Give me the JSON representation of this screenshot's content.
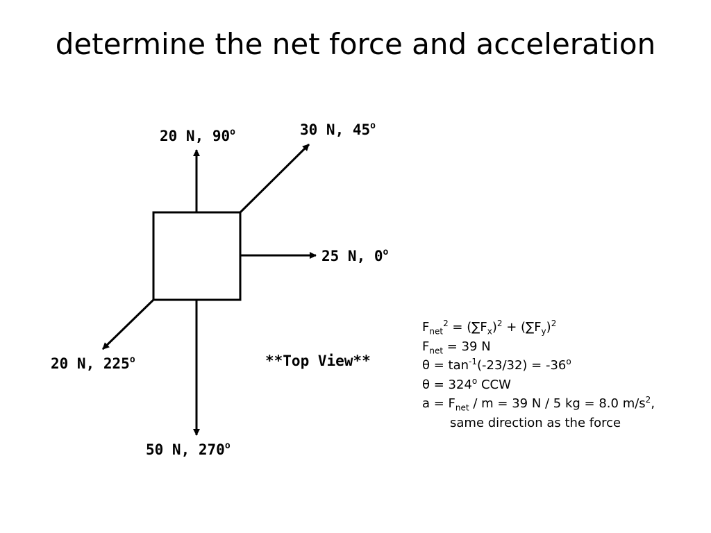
{
  "title": "determine the net force and acceleration",
  "diagram": {
    "forces": [
      {
        "magnitude": "20 N",
        "angle": "90"
      },
      {
        "magnitude": "30 N",
        "angle": "45"
      },
      {
        "magnitude": "25 N",
        "angle": "0"
      },
      {
        "magnitude": "20 N",
        "angle": "225"
      },
      {
        "magnitude": "50 N",
        "angle": "270"
      }
    ],
    "degree_mark": "o",
    "view_label": "**Top View**"
  },
  "solution": {
    "line1": {
      "f": "F",
      "net": "net",
      "sq": "2",
      "eq": " = (∑F",
      "x": "x",
      "close1": ")",
      "sq2": "2",
      "plus": " + (∑F",
      "y": "y",
      "close2": ")",
      "sq3": "2"
    },
    "line2": {
      "f": "F",
      "net": "net",
      "rest": " = 39 N"
    },
    "line3": {
      "pre": "θ = tan",
      "exp": "-1",
      "mid": "(-23/32) = -36",
      "deg": "o"
    },
    "line4": {
      "pre": "θ = 324",
      "deg": "o",
      "post": " CCW"
    },
    "line5": {
      "pre": "a = F",
      "net": "net",
      "mid": " / m = 39 N / 5 kg = 8.0 m/s",
      "sq": "2",
      "post": ","
    },
    "line6": "same direction as the force"
  }
}
